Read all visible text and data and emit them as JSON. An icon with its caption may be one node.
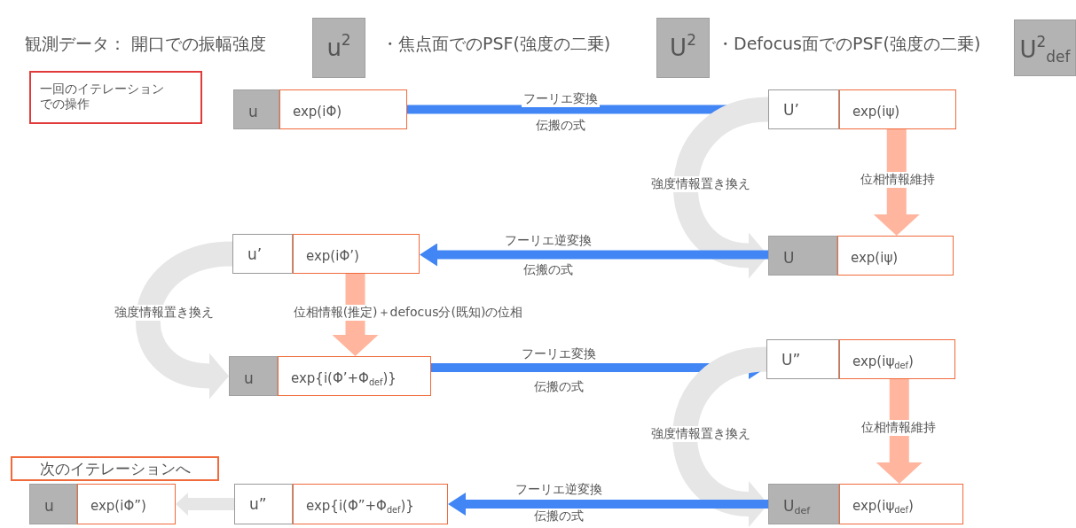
{
  "diagram": {
    "nodes": [
      {
        "text": [
          "u$^{2}$"
        ]
      },
      {
        "text": [
          "U$^{2}$"
        ]
      },
      {
        "text": [
          "U$^{2}$$_{def}$"
        ]
      },
      {
        "text": [
          "一回のイテレーションでの操作"
        ]
      },
      {
        "text": [
          "u"
        ]
      },
      {
        "text": [
          "exp(iΦ)"
        ]
      },
      {
        "text": [
          "U’"
        ]
      },
      {
        "text": [
          "exp(iψ)"
        ]
      },
      {
        "text": [
          "u’"
        ]
      },
      {
        "text": [
          "exp(iΦ’)"
        ]
      },
      {
        "text": [
          "U"
        ]
      },
      {
        "text": [
          "exp(iψ)"
        ]
      },
      {
        "text": [
          "u"
        ]
      },
      {
        "text": [
          "exp{i(Φ’+Φ$_{def}$)}"
        ]
      },
      {
        "text": [
          "U”"
        ]
      },
      {
        "text": [
          "exp(iψ$_{def}$)"
        ]
      },
      {
        "text": [
          "次のイテレーションへ"
        ]
      },
      {
        "text": [
          "u"
        ]
      },
      {
        "text": [
          "exp(iΦ”)"
        ]
      },
      {
        "text": [
          "u”"
        ]
      },
      {
        "text": [
          "exp{i(Φ”+Φ$_{def}$)}"
        ]
      },
      {
        "text": [
          "U$_{def}$"
        ]
      },
      {
        "text": [
          "exp(iψ$_{def}$)"
        ]
      }
    ],
    "edges": [
      {
        "from": 5,
        "to": 6,
        "arrow": "to",
        "label": "フーリエ変換",
        "color": "#4285f4"
      },
      {
        "from": 7,
        "to": 11,
        "arrow": "to",
        "label": "位相情報維持",
        "color": "#ffb59e"
      },
      {
        "from": 6,
        "to": 10,
        "arrow": "to",
        "label": "強度情報置き換え",
        "color": "#e6e6e6"
      },
      {
        "from": 10,
        "to": 9,
        "arrow": "to",
        "label": "フーリエ逆変換",
        "color": "#4285f4"
      },
      {
        "from": 8,
        "to": 12,
        "arrow": "to",
        "label": "強度情報置き換え",
        "color": "#e6e6e6"
      },
      {
        "from": 9,
        "to": 13,
        "arrow": "to",
        "label": "位相情報(推定)＋defocus分(既知)の位相",
        "color": "#ffb59e"
      },
      {
        "from": 13,
        "to": 14,
        "arrow": "to",
        "label": "フーリエ変換",
        "color": "#4285f4"
      },
      {
        "from": 15,
        "to": 22,
        "arrow": "to",
        "label": "位相情報維持",
        "color": "#ffb59e"
      },
      {
        "from": 14,
        "to": 21,
        "arrow": "to",
        "label": "強度情報置き換え",
        "color": "#e6e6e6"
      },
      {
        "from": 21,
        "to": 20,
        "arrow": "to",
        "label": "フーリエ逆変換",
        "color": "#4285f4"
      },
      {
        "from": 19,
        "to": 18,
        "arrow": "to",
        "color": "#e6e6e6"
      }
    ],
    "labels": [
      "観測データ： 開口での振幅強度",
      "・焦点面でのPSF(強度の二乗)",
      "・Defocus面でのPSF(強度の二乗)",
      "伝搬の式",
      "伝搬の式",
      "伝搬の式",
      "伝搬の式"
    ]
  }
}
